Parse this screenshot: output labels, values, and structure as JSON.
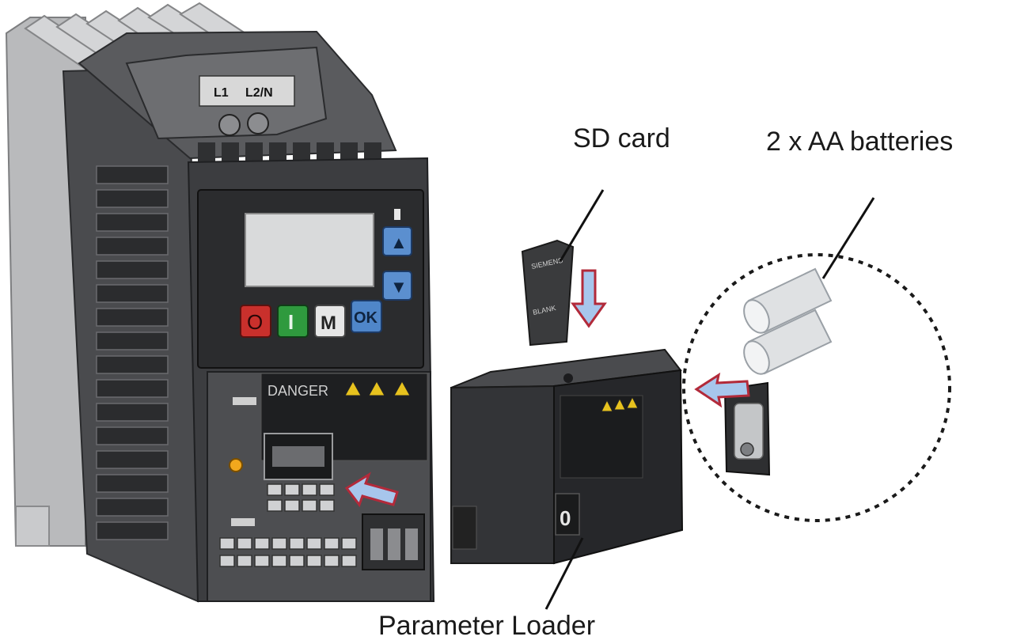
{
  "labels": {
    "sd_card": "SD card",
    "batteries": "2 x AA batteries",
    "parameter_loader": "Parameter Loader"
  },
  "inverter": {
    "terminal_labels": [
      "L1",
      "L2/N"
    ],
    "buttons": {
      "up": "▲",
      "down": "▼",
      "stop": "O",
      "run": "I",
      "menu": "M",
      "ok": "OK"
    },
    "warning_text": "DANGER"
  },
  "sd_card_print": [
    "SIEMENS",
    "BLANK"
  ],
  "loader_slot_mark": "0",
  "colors": {
    "body_dark": "#3a3b3d",
    "body_mid": "#55575a",
    "heatsink": "#b8b9bb",
    "arrow_fill": "#a7c6ec",
    "arrow_outline": "#b22a3a",
    "btn_up_down": "#5b8fcf",
    "btn_stop": "#c9302c",
    "btn_run": "#2f9a3e",
    "btn_menu": "#e6e6e6",
    "btn_ok": "#4f86c9"
  }
}
